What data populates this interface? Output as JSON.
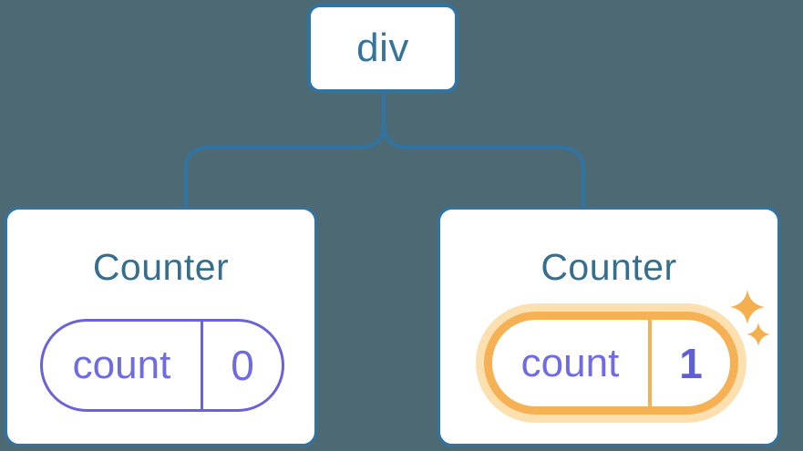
{
  "tree": {
    "root": {
      "label": "div"
    },
    "children": [
      {
        "title": "Counter",
        "pill": {
          "key": "count",
          "value": "0"
        },
        "highlighted": false
      },
      {
        "title": "Counter",
        "pill": {
          "key": "count",
          "value": "1"
        },
        "highlighted": true
      }
    ]
  },
  "icons": {
    "sparkles": "sparkles-icon"
  },
  "colors": {
    "background": "#4d6973",
    "connector_blue": "#2f74a3",
    "node_label_blue": "#36749c",
    "title_blue": "#356f90",
    "state_indigo_text": "#6e6ce0",
    "state_indigo_border": "#6a62d8",
    "state_value_indigo": "#5f5fd1",
    "highlight_orange": "#f6b155",
    "highlight_glow": "#fce0b0",
    "card_background": "#ffffff"
  }
}
